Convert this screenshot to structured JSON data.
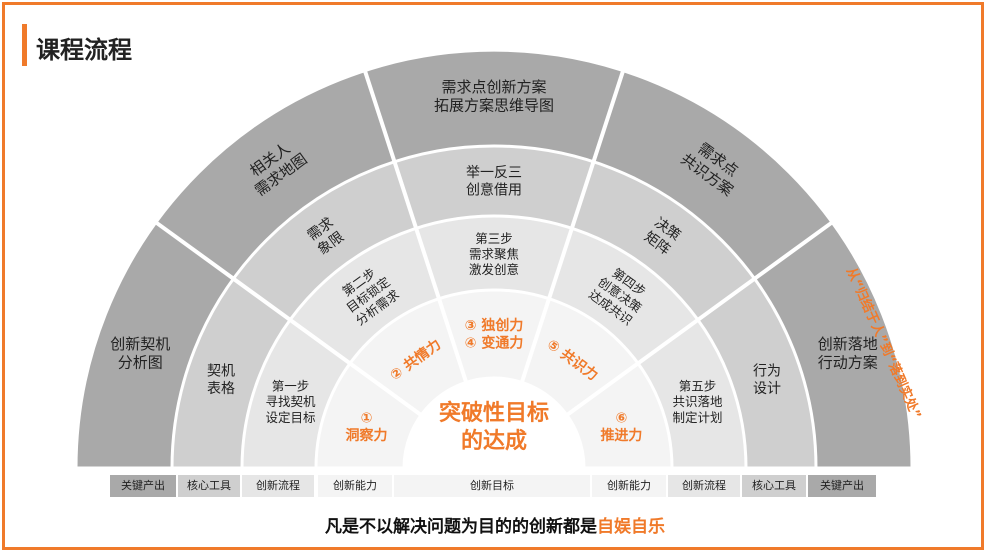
{
  "title": "课程流程",
  "center": {
    "line1": "突破性目标",
    "line2": "的达成"
  },
  "outer_ring": [
    {
      "lines": [
        "创新契机",
        "分析图"
      ]
    },
    {
      "lines": [
        "相关人",
        "需求地图"
      ]
    },
    {
      "lines": [
        "需求点创新方案",
        "拓展方案思维导图"
      ]
    },
    {
      "lines": [
        "需求点",
        "共识方案"
      ]
    },
    {
      "lines": [
        "创新落地",
        "行动方案"
      ]
    }
  ],
  "tool_ring": [
    {
      "lines": [
        "契机",
        "表格"
      ]
    },
    {
      "lines": [
        "需求",
        "象限"
      ]
    },
    {
      "lines": [
        "举一反三",
        "创意借用"
      ]
    },
    {
      "lines": [
        "决策",
        "矩阵"
      ]
    },
    {
      "lines": [
        "行为",
        "设计"
      ]
    }
  ],
  "step_ring": [
    {
      "lines": [
        "第一步",
        "寻找契机",
        "设定目标"
      ]
    },
    {
      "lines": [
        "第二步",
        "目标锁定",
        "分析需求"
      ]
    },
    {
      "lines": [
        "第三步",
        "需求聚焦",
        "激发创意"
      ]
    },
    {
      "lines": [
        "第四步",
        "创意决策",
        "达成共识"
      ]
    },
    {
      "lines": [
        "第五步",
        "共识落地",
        "制定计划"
      ]
    }
  ],
  "ability_ring": [
    {
      "lines": [
        "①",
        "洞察力"
      ]
    },
    {
      "lines": [
        "② 共情力"
      ]
    },
    {
      "lines": [
        "③ 独创力",
        "④ 变通力"
      ]
    },
    {
      "lines": [
        "⑤ 共识力"
      ]
    },
    {
      "lines": [
        "⑥",
        "推进力"
      ]
    }
  ],
  "side_note": "从“归结于人”到“落到实处”",
  "legend": [
    "关键产出",
    "核心工具",
    "创新流程",
    "创新能力",
    "创新目标",
    "创新能力",
    "创新流程",
    "核心工具",
    "关键产出"
  ],
  "bottom_note": {
    "prefix": "凡是不以解决问题为目的的创新都是",
    "highlight": "自娱自乐"
  },
  "colors": {
    "accent": "#f07a2a",
    "outer_ring": "#a9a9a9",
    "tool_ring": "#cfcfcf",
    "step_ring": "#e6e6e6",
    "ability_ring": "#f4f4f4",
    "legend_dark": "#a9a9a9",
    "legend_mid": "#cfcfcf",
    "legend_light": "#e6e6e6"
  }
}
